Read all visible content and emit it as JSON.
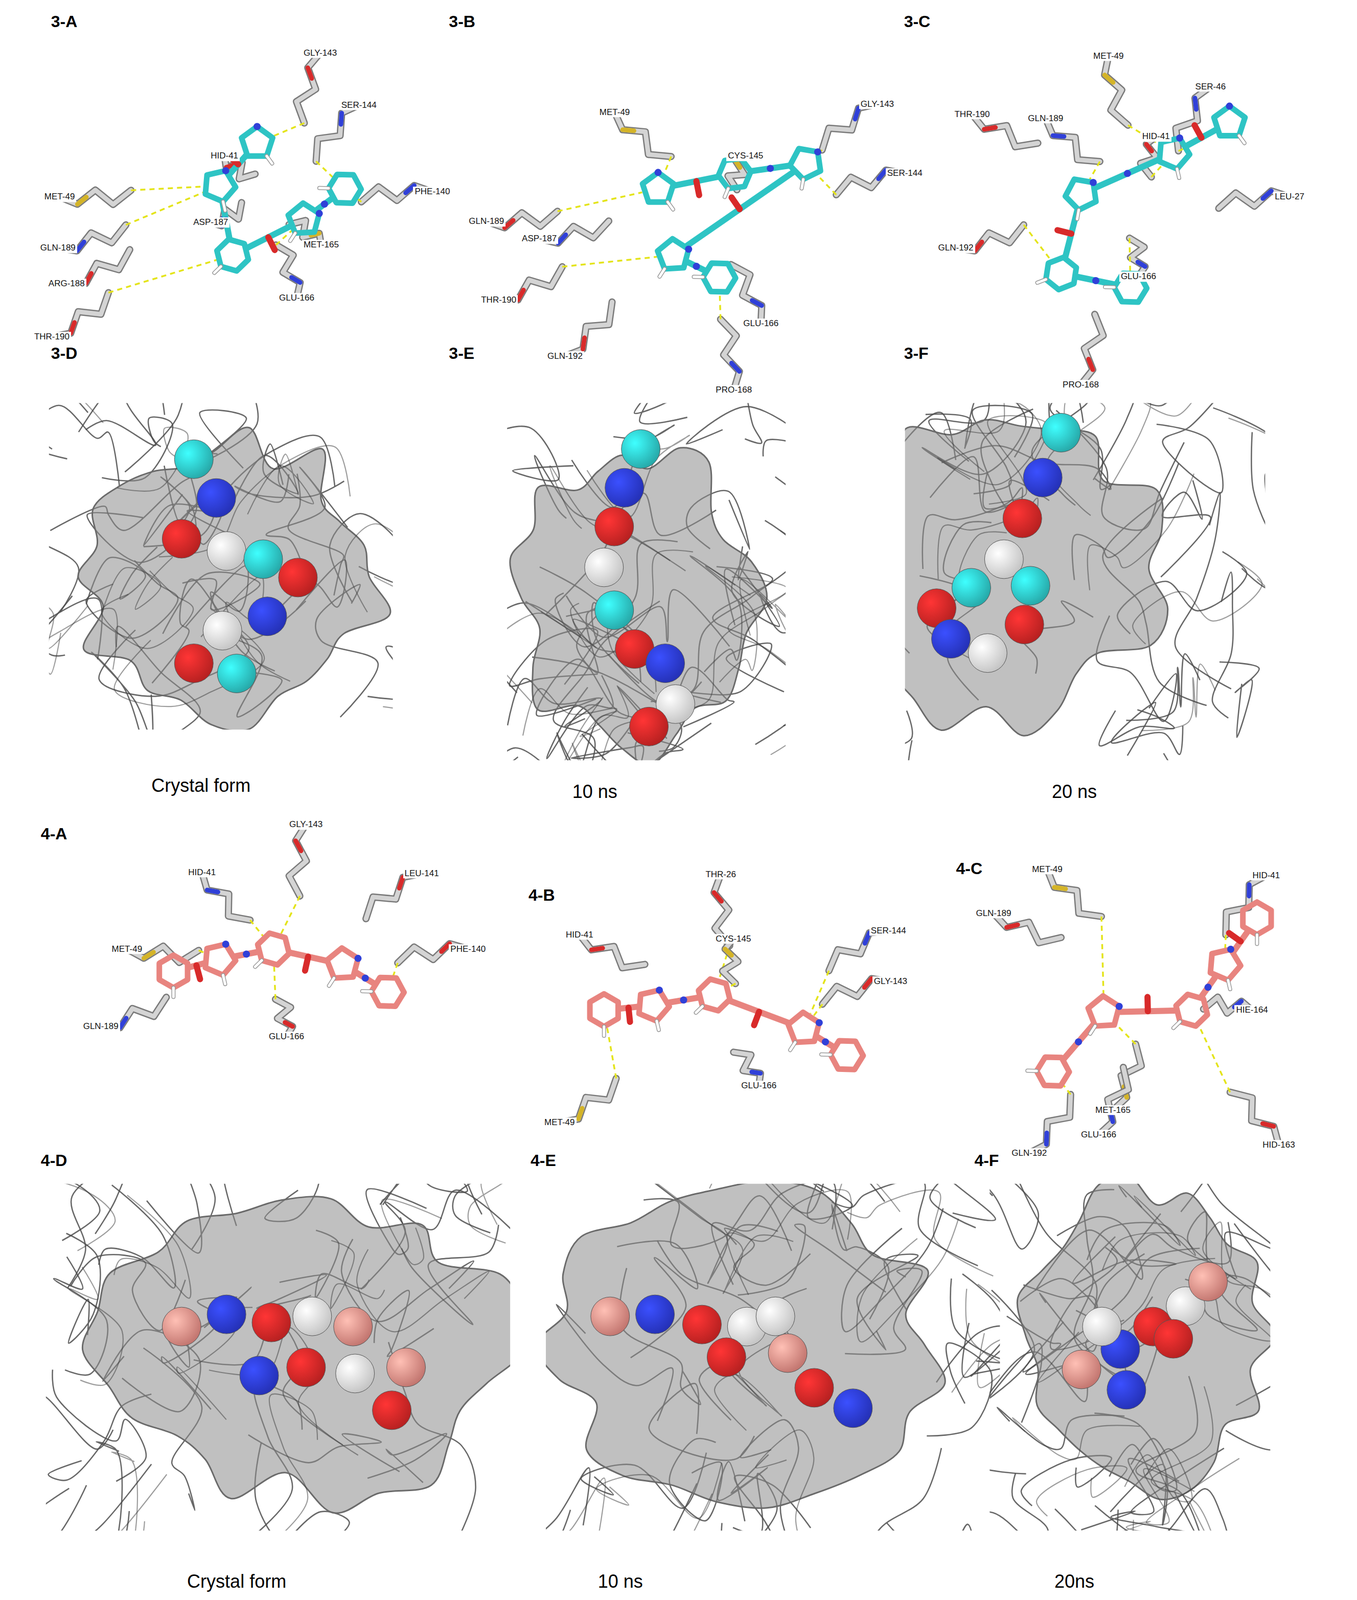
{
  "diagram": {
    "labels": [
      "3-A",
      "GLY-143",
      "SER-144",
      "HID-41",
      "PHE-140",
      "MET-49",
      "ASP-187",
      "MET-165",
      "GLN-189",
      "ARG-188",
      "GLU-166",
      "THR-190",
      "3-B",
      "MET-49",
      "GLY-143",
      "CYS-145",
      "SER-144",
      "GLN-189",
      "ASP-187",
      "THR-190",
      "GLU-166",
      "GLN-192",
      "PRO-168",
      "3-C",
      "MET-49",
      "SER-46",
      "THR-190",
      "GLN-189",
      "HID-41",
      "LEU-27",
      "GLN-192",
      "GLU-166",
      "PRO-168",
      "3-D",
      "3-E",
      "3-F",
      "Crystal form",
      "10 ns",
      "20 ns",
      "4-A",
      "GLY-143",
      "HID-41",
      "LEU-141",
      "MET-49",
      "PHE-140",
      "GLN-189",
      "GLU-166",
      "4-B",
      "THR-26",
      "SER-144",
      "HID-41",
      "CYS-145",
      "GLY-143",
      "GLU-166",
      "MET-49",
      "4-C",
      "MET-49",
      "HID-41",
      "GLN-189",
      "HIE-164",
      "MET-165",
      "GLU-166",
      "HID-163",
      "GLN-192",
      "4-D",
      "4-E",
      "4-F",
      "Crystal form",
      "10 ns",
      "20ns"
    ]
  }
}
